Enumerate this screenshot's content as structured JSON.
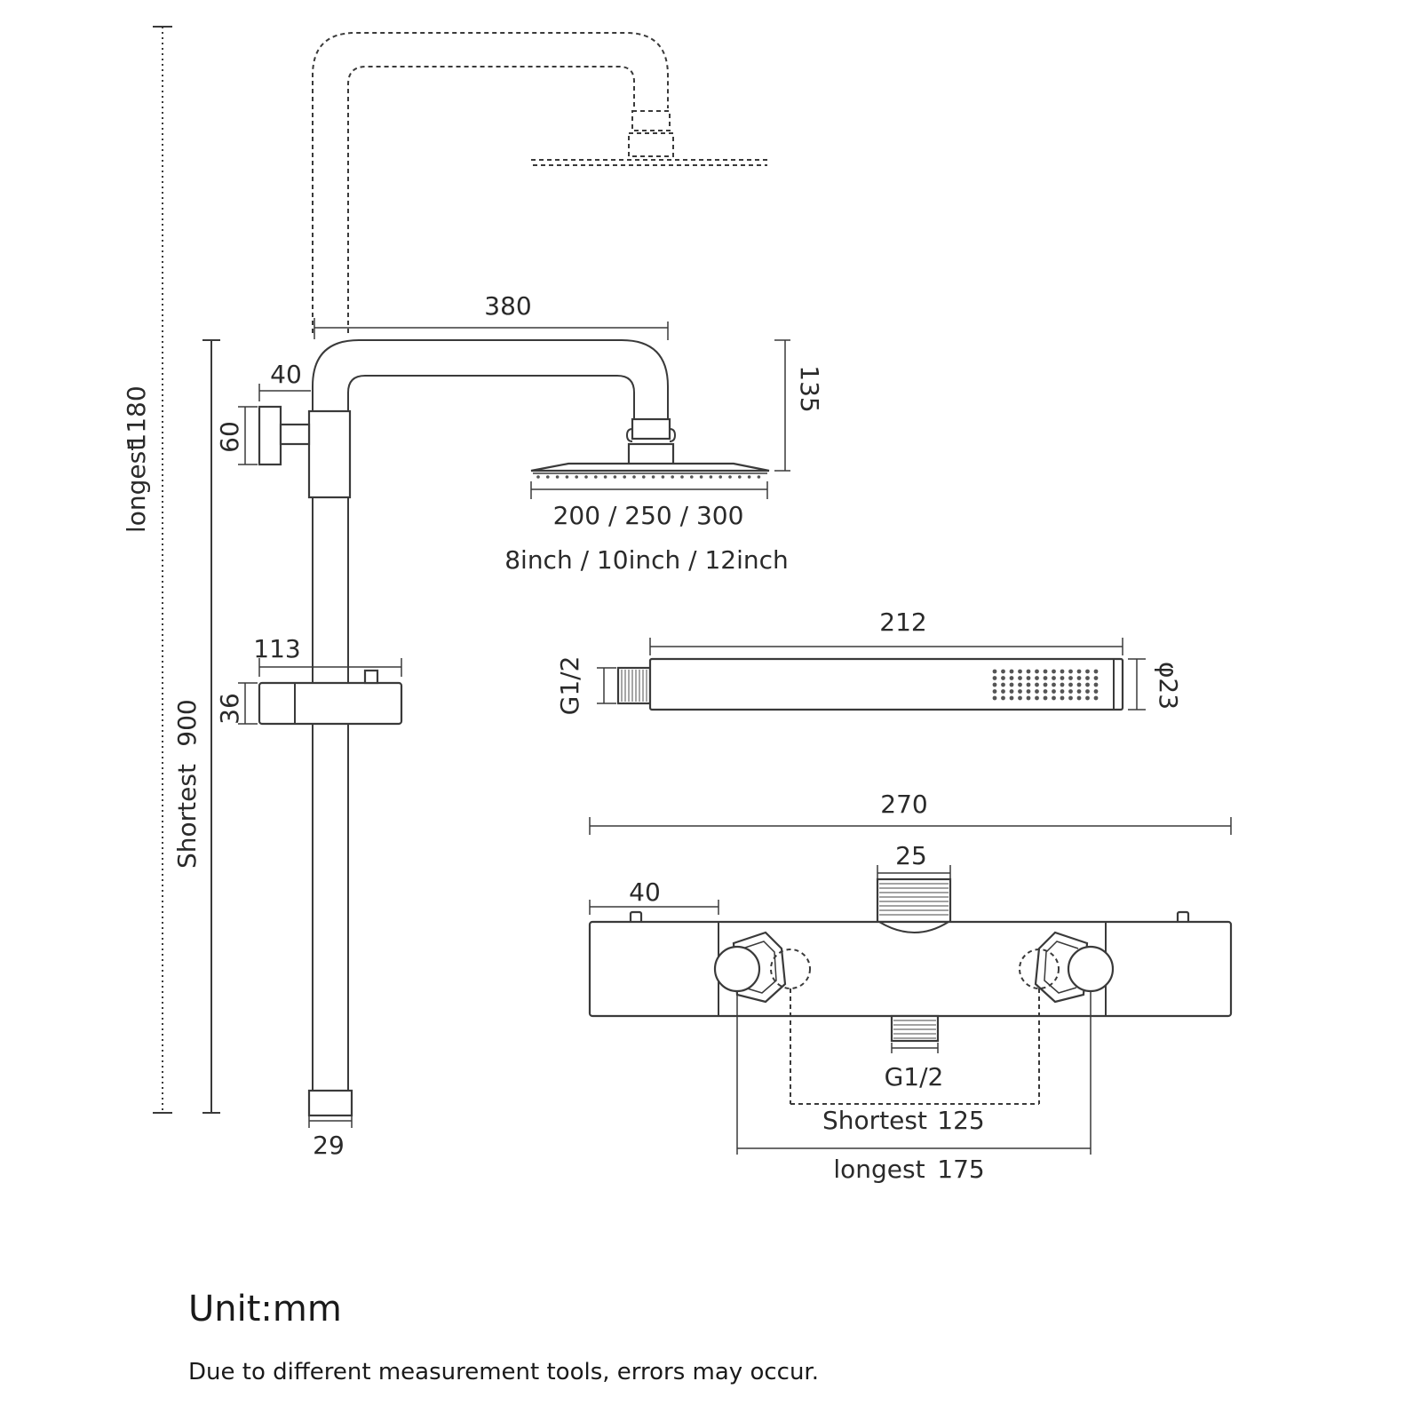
{
  "unit_title": "Unit:mm",
  "unit_note": "Due to different measurement tools, errors may occur.",
  "dimensions": {
    "longest_label": "longest",
    "longest_value": "1180",
    "shortest_label": "Shortest",
    "shortest_value": "900",
    "arm_width": "380",
    "wall_bracket_depth": "40",
    "wall_bracket_height": "60",
    "drop_height": "135",
    "head_sizes_mm": "200 / 250 / 300",
    "head_sizes_inch": "8inch / 10inch / 12inch",
    "slider_width": "113",
    "slider_height": "36",
    "rail_base_width": "29",
    "handshower_length": "212",
    "handshower_thread": "G1/2",
    "handshower_diameter": "φ23",
    "valve_width": "270",
    "valve_top_thread": "25",
    "valve_end_cap": "40",
    "valve_bottom_thread": "G1/2",
    "valve_shortest_label": "Shortest",
    "valve_shortest_value": "125",
    "valve_longest_label": "longest",
    "valve_longest_value": "175"
  },
  "colors": {
    "line": "#3a3a3a",
    "text": "#2a2a2a",
    "background": "#ffffff"
  }
}
